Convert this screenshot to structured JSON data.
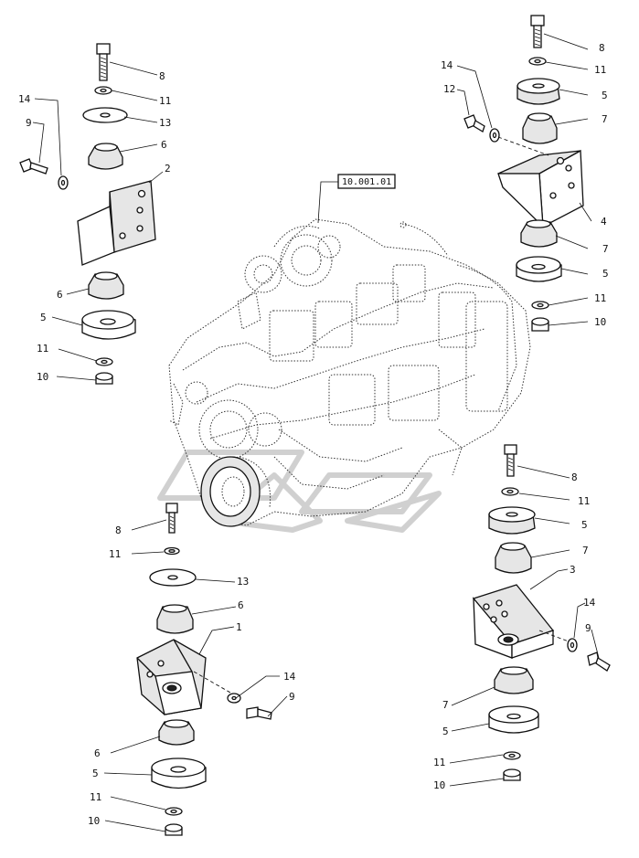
{
  "reference_box": "10.001.01",
  "callouts": {
    "a_8": "8",
    "a_11": "11",
    "a_13": "13",
    "a_14": "14",
    "a_9": "9",
    "a_6": "6",
    "a_2": "2",
    "a_6b": "6",
    "a_5": "5",
    "a_11b": "11",
    "a_10": "10",
    "b_8": "8",
    "b_11": "11",
    "b_14": "14",
    "b_12": "12",
    "b_5": "5",
    "b_7": "7",
    "b_4": "4",
    "b_7b": "7",
    "b_5b": "5",
    "b_11b": "11",
    "b_10": "10",
    "c_8": "8",
    "c_11": "11",
    "c_13": "13",
    "c_6": "6",
    "c_1": "1",
    "c_14": "14",
    "c_9": "9",
    "c_6b": "6",
    "c_5": "5",
    "c_11b": "11",
    "c_10": "10",
    "d_8": "8",
    "d_11": "11",
    "d_5": "5",
    "d_7": "7",
    "d_3": "3",
    "d_14": "14",
    "d_9": "9",
    "d_7b": "7",
    "d_5b": "5",
    "d_11b": "11",
    "d_10": "10"
  }
}
